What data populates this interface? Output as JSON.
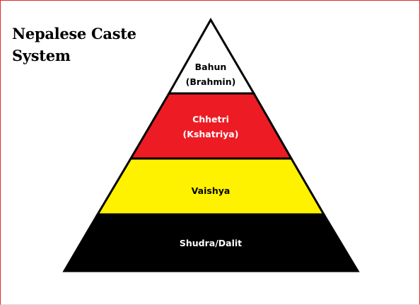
{
  "title": {
    "line1": "Nepalese Caste",
    "line2": "System"
  },
  "tiers": [
    {
      "lines": [
        "Bahun",
        "(Brahmin)"
      ],
      "fill": "#ffffff",
      "text_color": "#000000"
    },
    {
      "lines": [
        "Chhetri",
        "(Kshatriya)"
      ],
      "fill": "#ed1c24",
      "text_color": "#ffffff"
    },
    {
      "lines": [
        "Vaishya"
      ],
      "fill": "#fff200",
      "text_color": "#000000"
    },
    {
      "lines": [
        "Shudra/Dalit"
      ],
      "fill": "#000000",
      "text_color": "#ffffff"
    }
  ],
  "colors": {
    "outline": "#000000",
    "frame_accent": "#e22a2a"
  }
}
